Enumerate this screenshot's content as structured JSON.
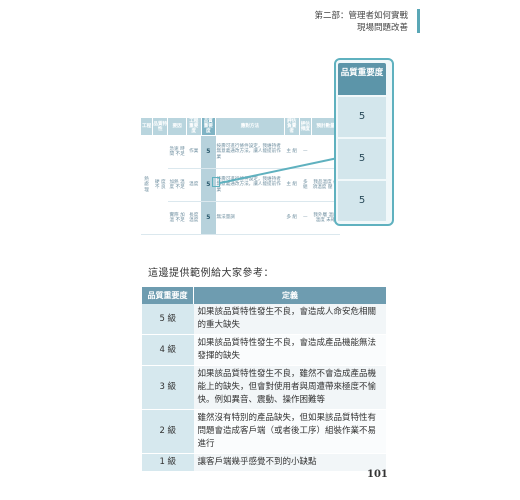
{
  "header": {
    "line1": "第二部：管理者如何實戰",
    "line2": "現場問題改善"
  },
  "mini_table": {
    "headers": [
      "工程",
      "品質特性",
      "要因",
      "工程重要度",
      "品質重要度",
      "應對方法",
      "評估負責者",
      "評估頻度",
      "預計數量"
    ],
    "importance_values": [
      "5",
      "5",
      "5"
    ],
    "rows": [
      {
        "cause": "急速 時間 不足",
        "process": "作業",
        "imp": "5",
        "method": "按壽可進行條件設定，我維持者無意義通改方法，讓人能提前作業",
        "who": "主 組",
        "freq": "—",
        "qty": ""
      },
      {
        "cause": "加熱 溫度 不足",
        "process": "溫度",
        "imp": "5",
        "method": "按壽可進行條件設定，我維持者無意義通改方法，讓人能提前作業",
        "who": "主 組",
        "freq": "多 組",
        "qty": "我品溫度 必須溫度 壓 量"
      },
      {
        "cause": "實際 加溫 不足",
        "process": "長度 溫度",
        "imp": "5",
        "method": "無法量調",
        "who": "多 組",
        "freq": "—",
        "qty": "我外層 溫度 溫度 未確"
      }
    ],
    "side_labels": {
      "process": "熱 處 理",
      "quality": "硬 度 不 良"
    }
  },
  "callout": {
    "header": "品質重要度",
    "values": [
      "5",
      "5",
      "5"
    ]
  },
  "intro": "這邊提供範例給大家參考：",
  "table": {
    "headers": [
      "品質重要度",
      "定義"
    ],
    "rows": [
      {
        "level": "5 級",
        "definition": "如果該品質特性發生不良，會造成人命安危相關的重大缺失"
      },
      {
        "level": "4 級",
        "definition": "如果該品質特性發生不良，會造成產品機能無法發揮的缺失"
      },
      {
        "level": "3 級",
        "definition": "如果該品質特性發生不良，雖然不會造成產品機能上的缺失，但會對使用者與周遭帶來極度不愉快。例如異音、震動、操作困難等"
      },
      {
        "level": "2 級",
        "definition": "雖然沒有特別的產品缺失，但如果該品質特性有問題會造成客戶端（或者後工序）組裝作業不易進行"
      },
      {
        "level": "1 級",
        "definition": "讓客戶端幾乎感覺不到的小缺點"
      }
    ]
  },
  "page_number": "101",
  "colors": {
    "accent": "#5fb1bf",
    "header_bg": "#6e9cb0",
    "level_bg": "#d6e8ee"
  }
}
